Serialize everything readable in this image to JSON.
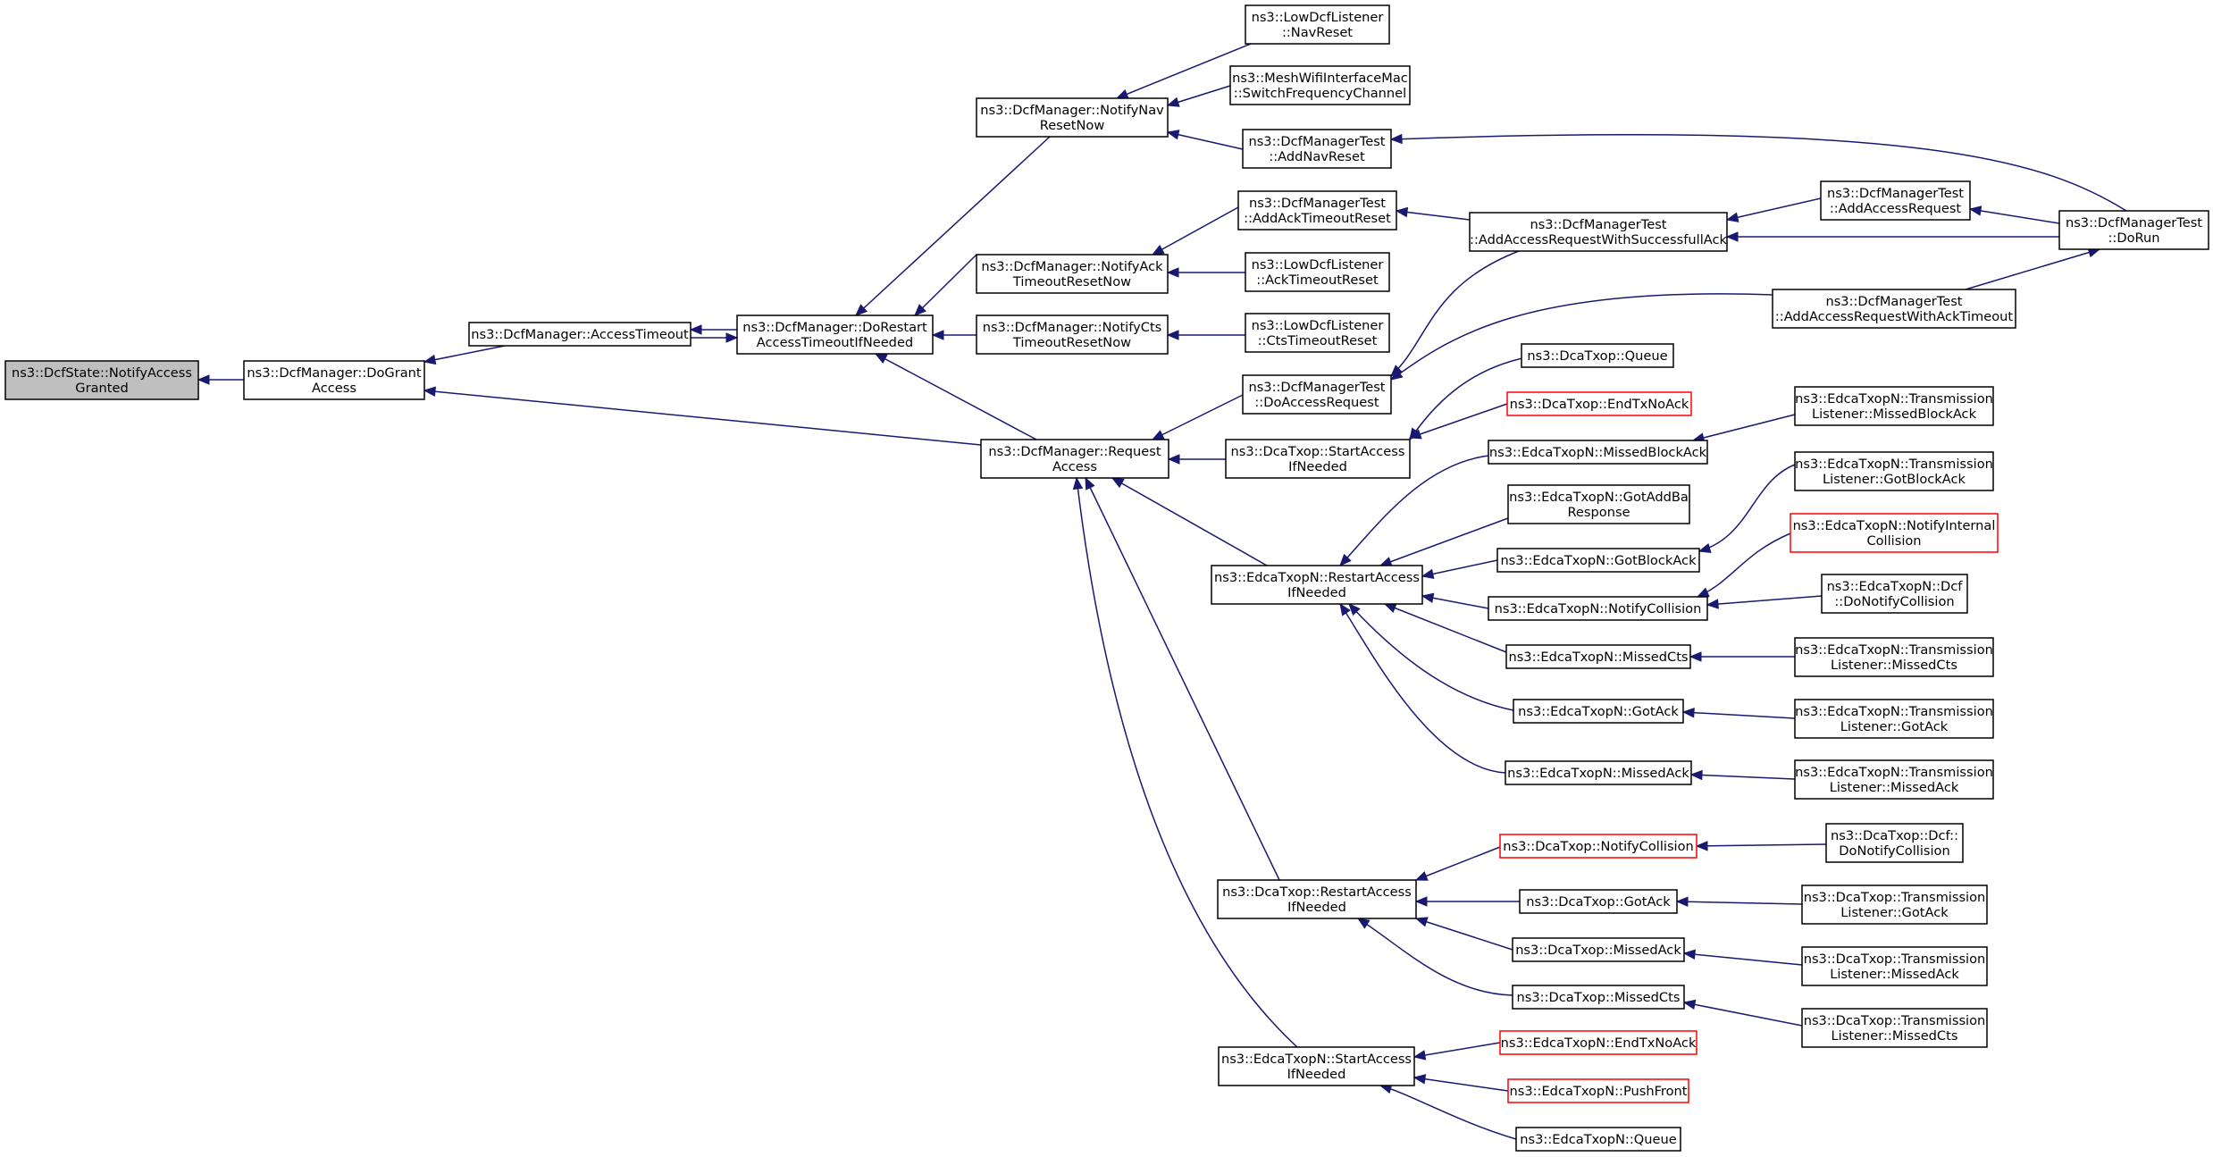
{
  "graph": {
    "edge_color": "#191970",
    "selected_fill": "#bfbfbf",
    "incomplete_border": "#ff0000",
    "nodes": [
      {
        "id": "n0",
        "lines": [
          "ns3::DcfState::NotifyAccess",
          "Granted"
        ],
        "selected": true
      },
      {
        "id": "n1",
        "lines": [
          "ns3::DcfManager::DoGrant",
          "Access"
        ]
      },
      {
        "id": "n2",
        "lines": [
          "ns3::DcfManager::AccessTimeout"
        ]
      },
      {
        "id": "n3",
        "lines": [
          "ns3::DcfManager::DoRestart",
          "AccessTimeoutIfNeeded"
        ]
      },
      {
        "id": "n4",
        "lines": [
          "ns3::DcfManager::Request",
          "Access"
        ]
      },
      {
        "id": "n5",
        "lines": [
          "ns3::DcfManager::NotifyNav",
          "ResetNow"
        ]
      },
      {
        "id": "n6",
        "lines": [
          "ns3::DcfManager::NotifyAck",
          "TimeoutResetNow"
        ]
      },
      {
        "id": "n7",
        "lines": [
          "ns3::DcfManager::NotifyCts",
          "TimeoutResetNow"
        ]
      },
      {
        "id": "n8",
        "lines": [
          "ns3::LowDcfListener",
          "::NavReset"
        ]
      },
      {
        "id": "n9",
        "lines": [
          "ns3::MeshWifiInterfaceMac",
          "::SwitchFrequencyChannel"
        ]
      },
      {
        "id": "n10",
        "lines": [
          "ns3::DcfManagerTest",
          "::AddNavReset"
        ]
      },
      {
        "id": "n11",
        "lines": [
          "ns3::DcfManagerTest",
          "::AddAckTimeoutReset"
        ]
      },
      {
        "id": "n12",
        "lines": [
          "ns3::LowDcfListener",
          "::AckTimeoutReset"
        ]
      },
      {
        "id": "n13",
        "lines": [
          "ns3::LowDcfListener",
          "::CtsTimeoutReset"
        ]
      },
      {
        "id": "n14",
        "lines": [
          "ns3::DcfManagerTest",
          "::DoAccessRequest"
        ]
      },
      {
        "id": "n15",
        "lines": [
          "ns3::DcaTxop::StartAccess",
          "IfNeeded"
        ]
      },
      {
        "id": "n16",
        "lines": [
          "ns3::EdcaTxopN::RestartAccess",
          "IfNeeded"
        ]
      },
      {
        "id": "n17",
        "lines": [
          "ns3::DcaTxop::RestartAccess",
          "IfNeeded"
        ]
      },
      {
        "id": "n18",
        "lines": [
          "ns3::EdcaTxopN::StartAccess",
          "IfNeeded"
        ]
      },
      {
        "id": "n19",
        "lines": [
          "ns3::DcfManagerTest",
          "::AddAccessRequestWithSuccessfullAck"
        ]
      },
      {
        "id": "n20",
        "lines": [
          "ns3::DcfManagerTest",
          "::AddAccessRequest"
        ]
      },
      {
        "id": "n21",
        "lines": [
          "ns3::DcfManagerTest",
          "::DoRun"
        ]
      },
      {
        "id": "n22",
        "lines": [
          "ns3::DcfManagerTest",
          "::AddAccessRequestWithAckTimeout"
        ]
      },
      {
        "id": "n23",
        "lines": [
          "ns3::DcaTxop::Queue"
        ]
      },
      {
        "id": "n24",
        "lines": [
          "ns3::DcaTxop::EndTxNoAck"
        ],
        "incomplete": true
      },
      {
        "id": "n25",
        "lines": [
          "ns3::EdcaTxopN::MissedBlockAck"
        ]
      },
      {
        "id": "n26",
        "lines": [
          "ns3::EdcaTxopN::GotAddBa",
          "Response"
        ]
      },
      {
        "id": "n27",
        "lines": [
          "ns3::EdcaTxopN::GotBlockAck"
        ]
      },
      {
        "id": "n28",
        "lines": [
          "ns3::EdcaTxopN::NotifyCollision"
        ]
      },
      {
        "id": "n29",
        "lines": [
          "ns3::EdcaTxopN::MissedCts"
        ]
      },
      {
        "id": "n30",
        "lines": [
          "ns3::EdcaTxopN::GotAck"
        ]
      },
      {
        "id": "n31",
        "lines": [
          "ns3::EdcaTxopN::MissedAck"
        ]
      },
      {
        "id": "n32",
        "lines": [
          "ns3::EdcaTxopN::Transmission",
          "Listener::MissedBlockAck"
        ]
      },
      {
        "id": "n33",
        "lines": [
          "ns3::EdcaTxopN::Transmission",
          "Listener::GotBlockAck"
        ]
      },
      {
        "id": "n34",
        "lines": [
          "ns3::EdcaTxopN::NotifyInternal",
          "Collision"
        ],
        "incomplete": true
      },
      {
        "id": "n35",
        "lines": [
          "ns3::EdcaTxopN::Dcf",
          "::DoNotifyCollision"
        ]
      },
      {
        "id": "n36",
        "lines": [
          "ns3::EdcaTxopN::Transmission",
          "Listener::MissedCts"
        ]
      },
      {
        "id": "n37",
        "lines": [
          "ns3::EdcaTxopN::Transmission",
          "Listener::GotAck"
        ]
      },
      {
        "id": "n38",
        "lines": [
          "ns3::EdcaTxopN::Transmission",
          "Listener::MissedAck"
        ]
      },
      {
        "id": "n39",
        "lines": [
          "ns3::DcaTxop::NotifyCollision"
        ],
        "incomplete": true
      },
      {
        "id": "n40",
        "lines": [
          "ns3::DcaTxop::GotAck"
        ]
      },
      {
        "id": "n41",
        "lines": [
          "ns3::DcaTxop::MissedAck"
        ]
      },
      {
        "id": "n42",
        "lines": [
          "ns3::DcaTxop::MissedCts"
        ]
      },
      {
        "id": "n43",
        "lines": [
          "ns3::DcaTxop::Dcf::",
          "DoNotifyCollision"
        ]
      },
      {
        "id": "n44",
        "lines": [
          "ns3::DcaTxop::Transmission",
          "Listener::GotAck"
        ]
      },
      {
        "id": "n45",
        "lines": [
          "ns3::DcaTxop::Transmission",
          "Listener::MissedAck"
        ]
      },
      {
        "id": "n46",
        "lines": [
          "ns3::DcaTxop::Transmission",
          "Listener::MissedCts"
        ]
      },
      {
        "id": "n47",
        "lines": [
          "ns3::EdcaTxopN::EndTxNoAck"
        ],
        "incomplete": true
      },
      {
        "id": "n48",
        "lines": [
          "ns3::EdcaTxopN::PushFront"
        ],
        "incomplete": true
      },
      {
        "id": "n49",
        "lines": [
          "ns3::EdcaTxopN::Queue"
        ]
      }
    ],
    "edges": [
      {
        "from": "n1",
        "to": "n0"
      },
      {
        "from": "n2",
        "to": "n1"
      },
      {
        "from": "n4",
        "to": "n1"
      },
      {
        "from": "n3",
        "to": "n2"
      },
      {
        "from": "n2",
        "to": "n3"
      },
      {
        "from": "n5",
        "to": "n3"
      },
      {
        "from": "n6",
        "to": "n3"
      },
      {
        "from": "n7",
        "to": "n3"
      },
      {
        "from": "n4",
        "to": "n3"
      },
      {
        "from": "n8",
        "to": "n5"
      },
      {
        "from": "n9",
        "to": "n5"
      },
      {
        "from": "n10",
        "to": "n5"
      },
      {
        "from": "n21",
        "to": "n10"
      },
      {
        "from": "n11",
        "to": "n6"
      },
      {
        "from": "n12",
        "to": "n6"
      },
      {
        "from": "n13",
        "to": "n7"
      },
      {
        "from": "n19",
        "to": "n11"
      },
      {
        "from": "n20",
        "to": "n19"
      },
      {
        "from": "n21",
        "to": "n19"
      },
      {
        "from": "n21",
        "to": "n20"
      },
      {
        "from": "n22",
        "to": "n21"
      },
      {
        "from": "n14",
        "to": "n4"
      },
      {
        "from": "n15",
        "to": "n4"
      },
      {
        "from": "n16",
        "to": "n4"
      },
      {
        "from": "n17",
        "to": "n4"
      },
      {
        "from": "n18",
        "to": "n4"
      },
      {
        "from": "n19",
        "to": "n14"
      },
      {
        "from": "n22",
        "to": "n14"
      },
      {
        "from": "n23",
        "to": "n15"
      },
      {
        "from": "n24",
        "to": "n15"
      },
      {
        "from": "n25",
        "to": "n16"
      },
      {
        "from": "n26",
        "to": "n16"
      },
      {
        "from": "n27",
        "to": "n16"
      },
      {
        "from": "n28",
        "to": "n16"
      },
      {
        "from": "n29",
        "to": "n16"
      },
      {
        "from": "n30",
        "to": "n16"
      },
      {
        "from": "n31",
        "to": "n16"
      },
      {
        "from": "n32",
        "to": "n25"
      },
      {
        "from": "n33",
        "to": "n27"
      },
      {
        "from": "n34",
        "to": "n28"
      },
      {
        "from": "n35",
        "to": "n28"
      },
      {
        "from": "n36",
        "to": "n29"
      },
      {
        "from": "n37",
        "to": "n30"
      },
      {
        "from": "n38",
        "to": "n31"
      },
      {
        "from": "n39",
        "to": "n17"
      },
      {
        "from": "n40",
        "to": "n17"
      },
      {
        "from": "n41",
        "to": "n17"
      },
      {
        "from": "n42",
        "to": "n17"
      },
      {
        "from": "n43",
        "to": "n39"
      },
      {
        "from": "n44",
        "to": "n40"
      },
      {
        "from": "n45",
        "to": "n41"
      },
      {
        "from": "n46",
        "to": "n42"
      },
      {
        "from": "n47",
        "to": "n18"
      },
      {
        "from": "n48",
        "to": "n18"
      },
      {
        "from": "n49",
        "to": "n18"
      }
    ]
  }
}
